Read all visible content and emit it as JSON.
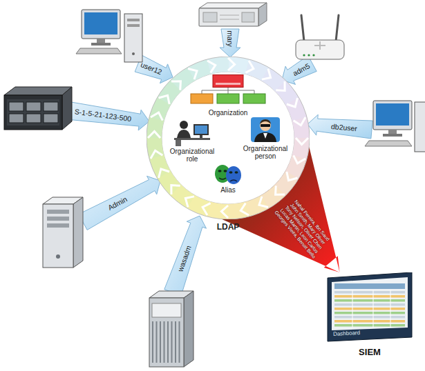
{
  "diagram": {
    "nodes": [
      {
        "text": [
          "LDAP"
        ]
      },
      {
        "text": [
          "Organization"
        ],
        "in": 0
      },
      {
        "text": [
          "Organizational role"
        ],
        "in": 0
      },
      {
        "text": [
          "Organizational person"
        ],
        "in": 0
      },
      {
        "text": [
          "Alias"
        ],
        "in": 0
      },
      {
        "text": [
          "Dashboard",
          "SIEM"
        ]
      }
    ],
    "edges": [
      {
        "from": 0,
        "to": 5,
        "arrow": "to"
      }
    ],
    "labels": [
      "user12",
      "mary",
      "adm5",
      "db2user",
      "S-1-5-21-123-500",
      "Admin",
      "wasadm",
      "Nahal Pereira, Ibn Saud",
      "John Smith, Mary Oliver",
      "Tony Nelson, Oliver Chen",
      "Lucas Martin, Leon Carlos",
      "Georges Vieira, Benoit Bello"
    ]
  }
}
